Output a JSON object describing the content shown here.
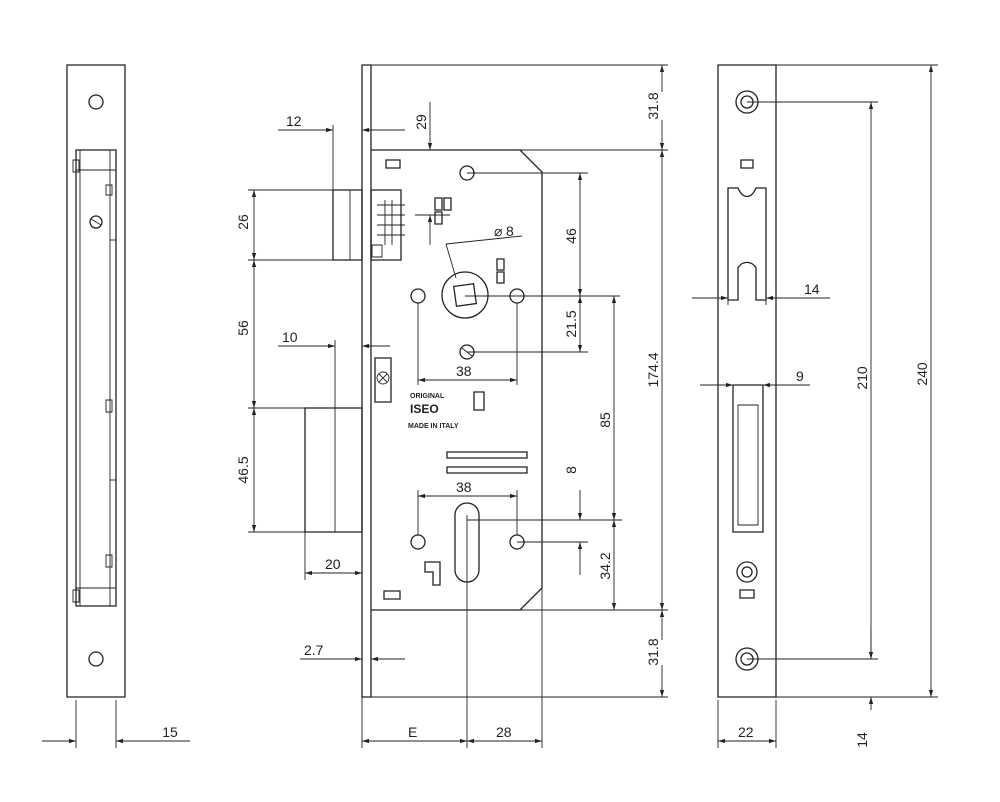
{
  "dimensions": {
    "d12": "12",
    "d29": "29",
    "d31_8_top": "31.8",
    "d26": "26",
    "d46": "46",
    "d8_diam": "8",
    "d56": "56",
    "d21_5": "21.5",
    "d10": "10",
    "d38_top": "38",
    "d174_4": "174.4",
    "d85": "85",
    "d46_5": "46.5",
    "d8": "8",
    "d38_bottom": "38",
    "d34_2": "34.2",
    "d20": "20",
    "d2_7": "2.7",
    "d31_8_bottom": "31.8",
    "dE": "E",
    "d28": "28",
    "d15": "15",
    "d14_top": "14",
    "d9": "9",
    "d210": "210",
    "d240": "240",
    "d22": "22",
    "d14_bottom": "14"
  },
  "brand": {
    "original": "ORIGINAL",
    "name": "ISEO",
    "made_in": "MADE IN ITALY"
  }
}
